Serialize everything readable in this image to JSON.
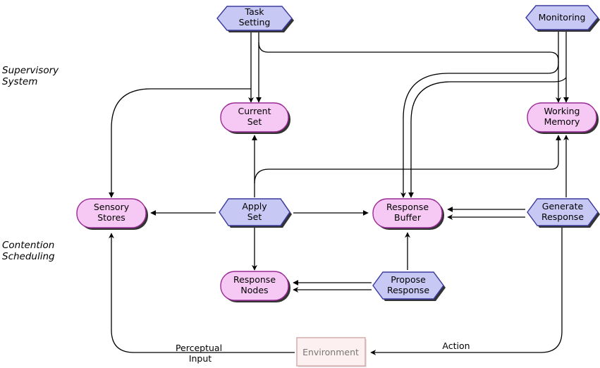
{
  "side_labels": {
    "supervisory": [
      "Supervisory",
      "System"
    ],
    "contention": [
      "Contention",
      "Scheduling"
    ]
  },
  "nodes": {
    "task_setting": [
      "Task",
      "Setting"
    ],
    "monitoring": [
      "Monitoring"
    ],
    "current_set": [
      "Current",
      "Set"
    ],
    "working_memory": [
      "Working",
      "Memory"
    ],
    "sensory_stores": [
      "Sensory",
      "Stores"
    ],
    "apply_set": [
      "Apply",
      "Set"
    ],
    "response_buffer": [
      "Response",
      "Buffer"
    ],
    "generate_response": [
      "Generate",
      "Response"
    ],
    "response_nodes": [
      "Response",
      "Nodes"
    ],
    "propose_response": [
      "Propose",
      "Response"
    ],
    "environment": [
      "Environment"
    ]
  },
  "edge_labels": {
    "perceptual_input": [
      "Perceptual",
      "Input"
    ],
    "action": [
      "Action"
    ]
  },
  "colors": {
    "process_fill": "#c8c8f4",
    "process_stroke": "#3a3aa0",
    "store_fill": "#f6c8f4",
    "store_stroke": "#9a2a96",
    "environment_fill": "#fdf0f0",
    "environment_stroke": "#d0a8a8"
  }
}
